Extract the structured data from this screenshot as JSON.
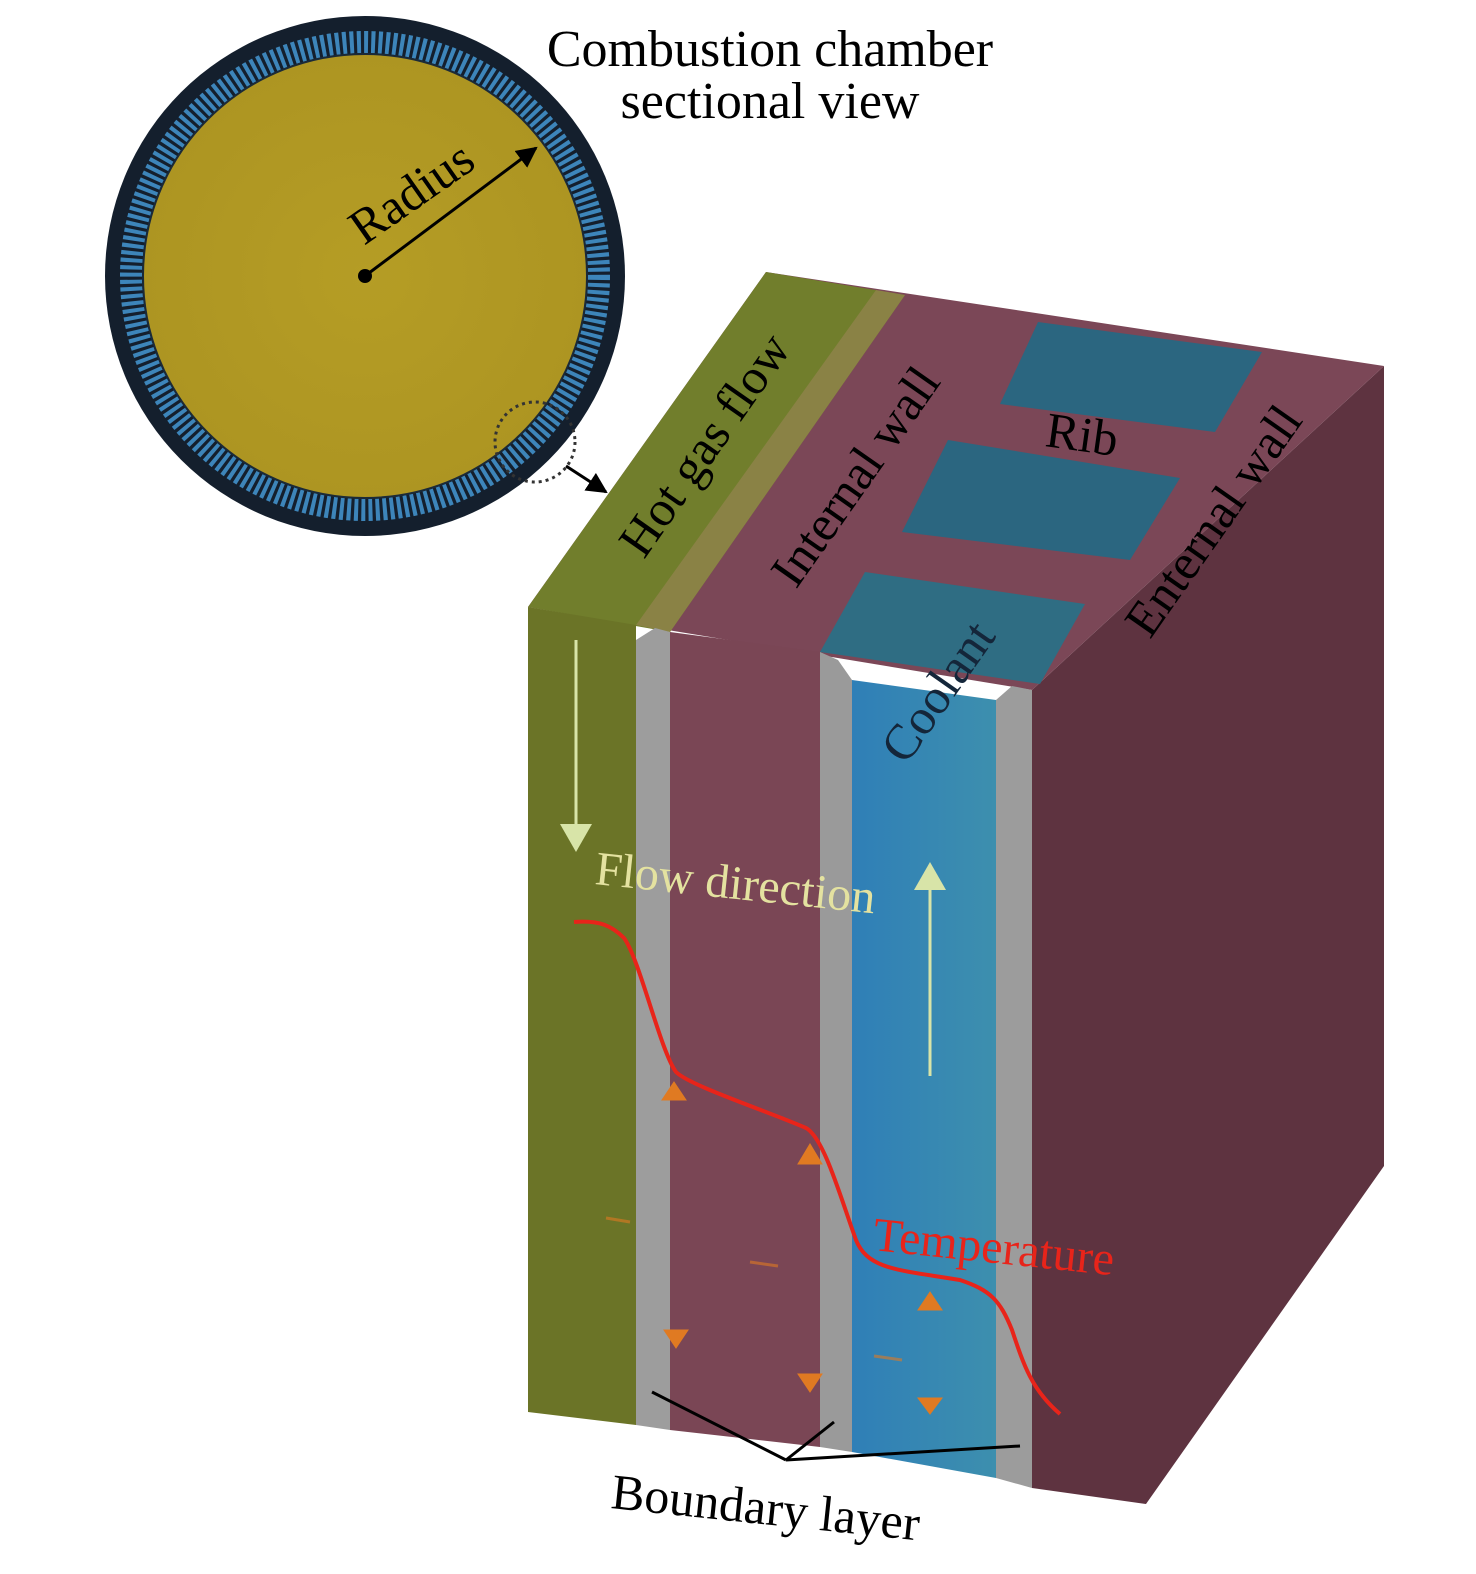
{
  "title": {
    "line1": "Combustion chamber",
    "line2": "sectional view"
  },
  "labels": {
    "radius": "Radius",
    "hot_gas_flow": "Hot gas flow",
    "internal_wall": "Internal wall",
    "rib": "Rib",
    "external_wall": "Enternal wall",
    "coolant": "Coolant",
    "flow_direction": "Flow direction",
    "temperature": "Temperature",
    "boundary_layer": "Boundary layer"
  },
  "colors": {
    "chamber_core": "#b39b22",
    "chamber_ring": "#14202e",
    "cooling_channels": "#3d84b8",
    "hot_gas": "#6c7327",
    "hot_gas_top": "#73812e",
    "wall": "#7a4756",
    "wall_side": "#5e3340",
    "coolant": "#3a87a8",
    "boundary_layer": "#9c9c9c",
    "temperature_curve": "#e8241a",
    "flow_arrow": "#d8e4a8",
    "heat_arrows": "#e07a22"
  }
}
